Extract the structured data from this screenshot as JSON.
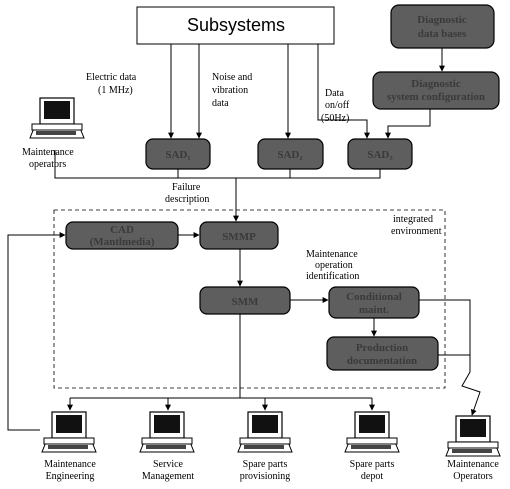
{
  "title": "Subsystems",
  "edge_labels": {
    "electric": [
      "Electric data",
      "(1 MHz)"
    ],
    "noise": [
      "Noise and",
      "vibration",
      "data"
    ],
    "dataonoff": [
      "Data",
      "on/off",
      "(50Hz)"
    ],
    "failure": [
      "Failure",
      "description"
    ],
    "maintenance_op": [
      "Maintenance",
      "operation",
      "identification"
    ],
    "integrated": [
      "integrated",
      "environment"
    ]
  },
  "boxes": {
    "top_right_1": [
      "Diagnostic",
      "data bases"
    ],
    "top_right_2": [
      "Diagnostic",
      "system configuration"
    ],
    "sad1": "SAD₁",
    "sad2": "SAD₂",
    "sad3": "SAD₃",
    "cad": [
      "CAD",
      "(Mantlmedia)"
    ],
    "smmp": "SMMP",
    "smm": "SMM",
    "cond": [
      "Conditional",
      "maint."
    ],
    "prod": [
      "Production",
      "documentation"
    ]
  },
  "operators": {
    "top": [
      "Maintenance",
      "operators"
    ],
    "bottom": [
      [
        "Maintenance",
        "Engineering"
      ],
      [
        "Service",
        "Management"
      ],
      [
        "Spare parts",
        "provisioning"
      ],
      [
        "Spare parts",
        "depot"
      ],
      [
        "Maintenance",
        "Operators"
      ]
    ]
  }
}
